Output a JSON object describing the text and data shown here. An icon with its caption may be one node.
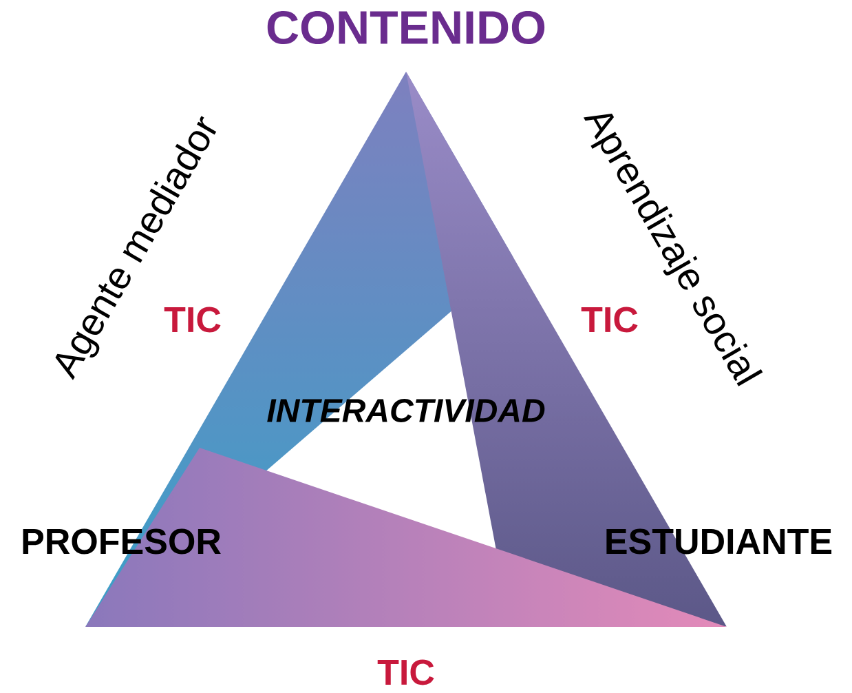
{
  "diagram": {
    "title": "CONTENIDO",
    "labels": [
      "Agente mediador",
      "Aprendizaje social",
      "TIC",
      "TIC",
      "INTERACTIVIDAD",
      "PROFESOR",
      "ESTUDIANTE",
      "TIC"
    ]
  }
}
